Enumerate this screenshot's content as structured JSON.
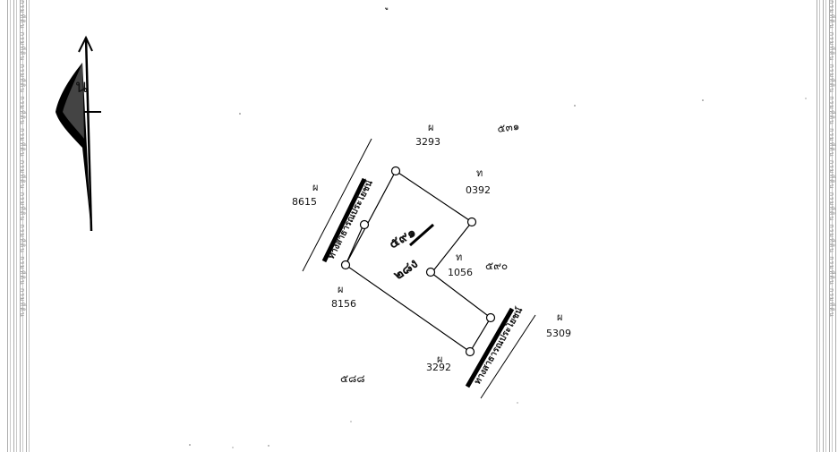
{
  "map": {
    "north_label": "น",
    "top_fragment": "ู",
    "parcel_number": "๕๙๑",
    "parcel_area": "๒๘ง",
    "road_label": "ทางสาธารณประโยชน์",
    "neighbors": [
      {
        "id": "n-top-3293",
        "letter": "ผ",
        "number": "3293"
      },
      {
        "id": "n-top-right-cluster",
        "letter": "",
        "number": "๕๓๑"
      },
      {
        "id": "n-left-8615",
        "letter": "ผ",
        "number": "8615"
      },
      {
        "id": "n-right-0392",
        "letter": "ท",
        "number": "0392"
      },
      {
        "id": "n-mid-1056",
        "letter": "ท",
        "number": "1056"
      },
      {
        "id": "n-right-590",
        "letter": "",
        "number": "๕๙๐"
      },
      {
        "id": "n-left-8156",
        "letter": "ผ",
        "number": "8156"
      },
      {
        "id": "n-right-5309",
        "letter": "ผ",
        "number": "5309"
      },
      {
        "id": "n-bottom-3292",
        "letter": "ผ",
        "number": "3292"
      },
      {
        "id": "n-bottom-left-588",
        "letter": "",
        "number": "๕๘๘"
      }
    ],
    "edge_text": "กรมที่ดิน กรมที่ดิน กรมที่ดิน กรมที่ดิน กรมที่ดิน กรมที่ดิน กรมที่ดิน กรมที่ดิน กรมที่ดิน กรมที่ดิน"
  }
}
